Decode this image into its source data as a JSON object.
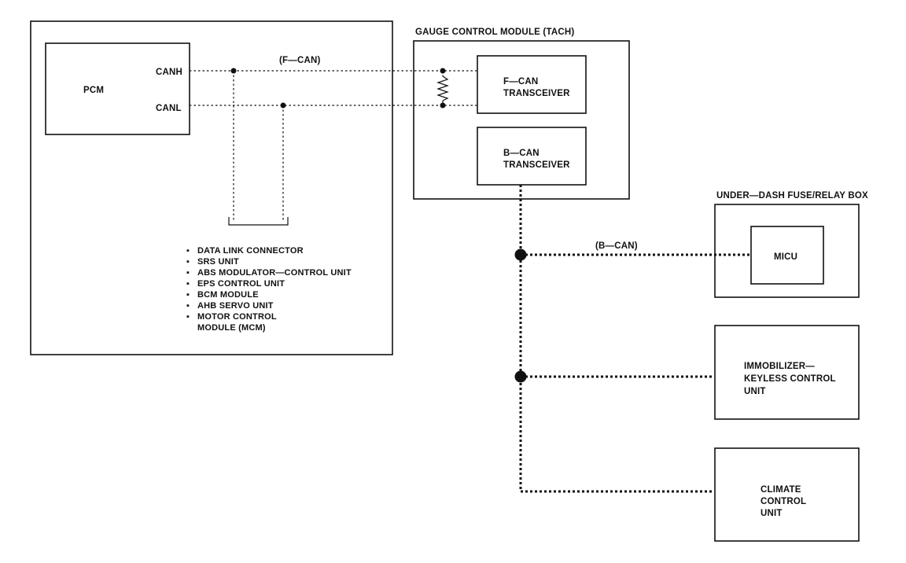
{
  "pcm": {
    "name": "PCM",
    "canh": "CANH",
    "canl": "CANL"
  },
  "fcan_label": "(F—CAN)",
  "bcan_label": "(B—CAN)",
  "gauge_module": {
    "title": "GAUGE CONTROL MODULE (TACH)",
    "fcan_transceiver": [
      "F—CAN",
      "TRANSCEIVER"
    ],
    "bcan_transceiver": [
      "B—CAN",
      "TRANSCEIVER"
    ]
  },
  "fcan_devices": [
    "DATA LINK CONNECTOR",
    "SRS UNIT",
    "ABS MODULATOR—CONTROL UNIT",
    "EPS CONTROL UNIT",
    "BCM MODULE",
    "AHB SERVO UNIT",
    "MOTOR CONTROL",
    "MODULE (MCM)"
  ],
  "bullet": "▪",
  "fuse_box": {
    "title": "UNDER—DASH FUSE/RELAY BOX",
    "micu": "MICU"
  },
  "immobilizer": [
    "IMMOBILIZER—",
    "KEYLESS CONTROL",
    "UNIT"
  ],
  "climate": [
    "CLIMATE",
    "CONTROL",
    "UNIT"
  ]
}
